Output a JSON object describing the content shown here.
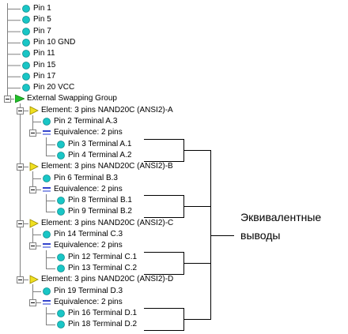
{
  "pins": [
    "Pin 1",
    "Pin 5",
    "Pin 7",
    "Pin 10  GND",
    "Pin 11",
    "Pin 15",
    "Pin 17",
    "Pin 20  VCC"
  ],
  "swap_group": {
    "label": "External Swapping Group",
    "elements": [
      {
        "label": "Element: 3 pins  NAND20C (ANSI2)-A",
        "pin": "Pin 2 Terminal A.3",
        "equivalence": {
          "label": "Equivalence: 2 pins",
          "pins": [
            "Pin 3 Terminal A.1",
            "Pin 4 Terminal A.2"
          ]
        }
      },
      {
        "label": "Element: 3 pins  NAND20C (ANSI2)-B",
        "pin": "Pin 6 Terminal B.3",
        "equivalence": {
          "label": "Equivalence: 2 pins",
          "pins": [
            "Pin 8 Terminal B.1",
            "Pin 9 Terminal B.2"
          ]
        }
      },
      {
        "label": "Element: 3 pins  NAND20C (ANSI2)-C",
        "pin": "Pin 14 Terminal C.3",
        "equivalence": {
          "label": "Equivalence: 2 pins",
          "pins": [
            "Pin 12 Terminal C.1",
            "Pin 13 Terminal C.2"
          ]
        }
      },
      {
        "label": "Element: 3 pins  NAND20C (ANSI2)-D",
        "pin": "Pin 19 Terminal D.3",
        "equivalence": {
          "label": "Equivalence: 2 pins",
          "pins": [
            "Pin 16 Terminal D.1",
            "Pin 18 Terminal D.2"
          ]
        }
      }
    ]
  },
  "callout": {
    "line1": "Эквивалентные",
    "line2": "выводы"
  },
  "colors": {
    "pin_icon": "#19c6c6",
    "element_icon": "#f0e020",
    "group_icon": "#22c02a",
    "equivalence_icon": "#3344cc",
    "tree_line": "#808080",
    "bracket_line": "#000000"
  },
  "icons": {
    "pin": "pin-circle-icon",
    "element": "element-triangle-icon",
    "group": "swap-group-arrow-icon",
    "equivalence": "equivalence-icon"
  }
}
